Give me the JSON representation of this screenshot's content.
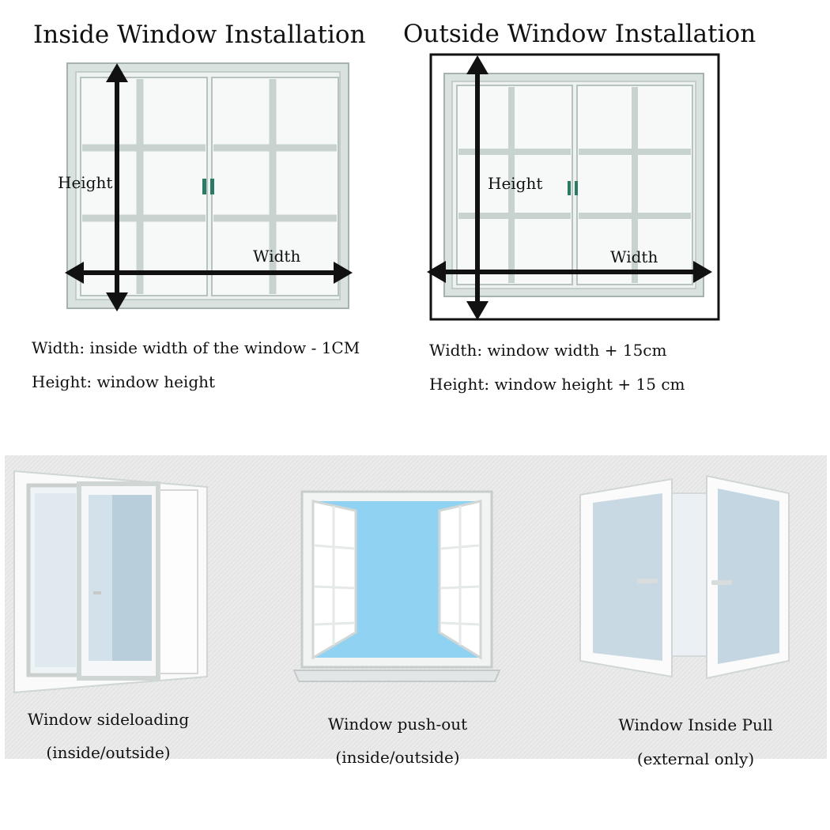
{
  "inside": {
    "title": "Inside Window Installation",
    "height_label": "Height",
    "width_label": "Width",
    "spec_width": "Width: inside width of the window - 1CM",
    "spec_height": "Height: window height"
  },
  "outside": {
    "title": "Outside Window Installation",
    "height_label": "Height",
    "width_label": "Width",
    "spec_width": "Width: window width + 15cm",
    "spec_height": "Height: window height + 15 cm"
  },
  "types": [
    {
      "line1": "Window sideloading",
      "line2": "(inside/outside)"
    },
    {
      "line1": "Window push-out",
      "line2": "(inside/outside)"
    },
    {
      "line1": "Window Inside Pull",
      "line2": "(external only)"
    }
  ],
  "colors": {
    "frame": "#d6e0dc",
    "frame_edge": "#9aa8a4",
    "arrow": "#111111",
    "sky": "#6fc6ee",
    "handle": "#2a7a66"
  }
}
